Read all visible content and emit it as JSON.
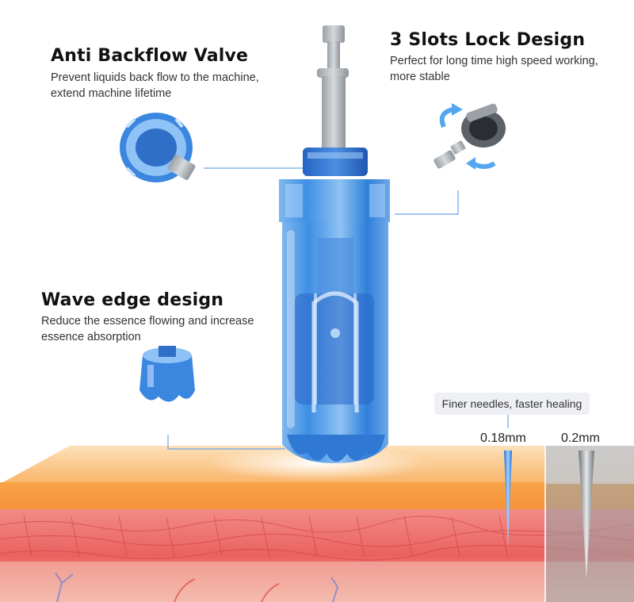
{
  "features": {
    "anti_backflow": {
      "title": "Anti Backflow Valve",
      "desc_lines": [
        "Prevent liquids back flow to the machine,",
        "extend machine lifetime"
      ]
    },
    "lock": {
      "title": "3 Slots Lock Design",
      "desc_lines": [
        "Perfect for long time high speed working,",
        "more stable"
      ]
    },
    "wave": {
      "title": "Wave edge design",
      "desc_lines": [
        "Reduce the essence flowing and increase",
        "essence absorption"
      ]
    }
  },
  "needles": {
    "badge": "Finer needles, faster healing",
    "fine_label": "0.18mm",
    "regular_label": "0.2mm"
  },
  "colors": {
    "accent_blue": "#2f8be6",
    "skin_orange": "#f7a24a",
    "tissue_red": "#e85a5a",
    "callout_line": "#6aa6e8",
    "needle_gray": "#9a9fa6"
  }
}
